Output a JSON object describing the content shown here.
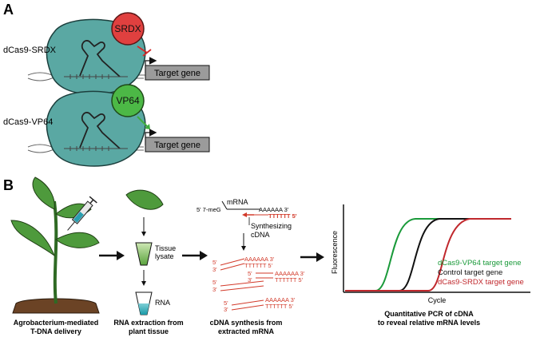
{
  "panel_a": {
    "label": "A",
    "srdx": {
      "construct": "dCas9-SRDX",
      "domain": "SRDX",
      "gene": "Target gene"
    },
    "vp64": {
      "construct": "dCas9-VP64",
      "domain": "VP64",
      "gene": "Target gene"
    }
  },
  "panel_b": {
    "label": "B",
    "steps": [
      {
        "caption_line1": "Agrobacterium-mediated",
        "caption_line2": "T-DNA delivery"
      },
      {
        "caption_line1": "RNA extraction from",
        "caption_line2": "plant tissue",
        "tube1": "Tissue",
        "tube1b": "lysate",
        "tube2": "RNA"
      },
      {
        "caption_line1": "cDNA synthesis from",
        "caption_line2": "extracted mRNA"
      },
      {
        "caption_line1": "Quantitative PCR of cDNA",
        "caption_line2": "to reveal relative mRNA levels"
      }
    ],
    "cdna": {
      "mrna_label": "mRNA",
      "five_prime": "5' 7-meG",
      "polya": "AAAAAA 3'",
      "polyt": "TTTTTT 5'",
      "synth_line1": "Synthesizing",
      "synth_line2": "cDNA",
      "strand_a": "AAAAAA 3'",
      "strand_t": "TTTTTT 5'",
      "end5": "5'",
      "end3": "3'"
    },
    "qpcr": {
      "ylabel": "Fluorescence",
      "xlabel": "Cycle",
      "legend": [
        {
          "name": "dCas9-VP64 target gene",
          "color": "#1a9a3a"
        },
        {
          "name": "Control target gene",
          "color": "#111111"
        },
        {
          "name": "dCas9-SRDX target gene",
          "color": "#c0282d"
        }
      ]
    }
  },
  "colors": {
    "dcas9_fill": "#5aa8a3",
    "srdx_fill": "#e0403f",
    "vp64_fill": "#4cb846",
    "repress": "#d42a2a",
    "activate": "#3fae3f",
    "gene_box": "#9b9b9b",
    "cdna_red": "#d23a2a",
    "leaf_green": "#4e9a3c",
    "soil": "#6b4325"
  }
}
